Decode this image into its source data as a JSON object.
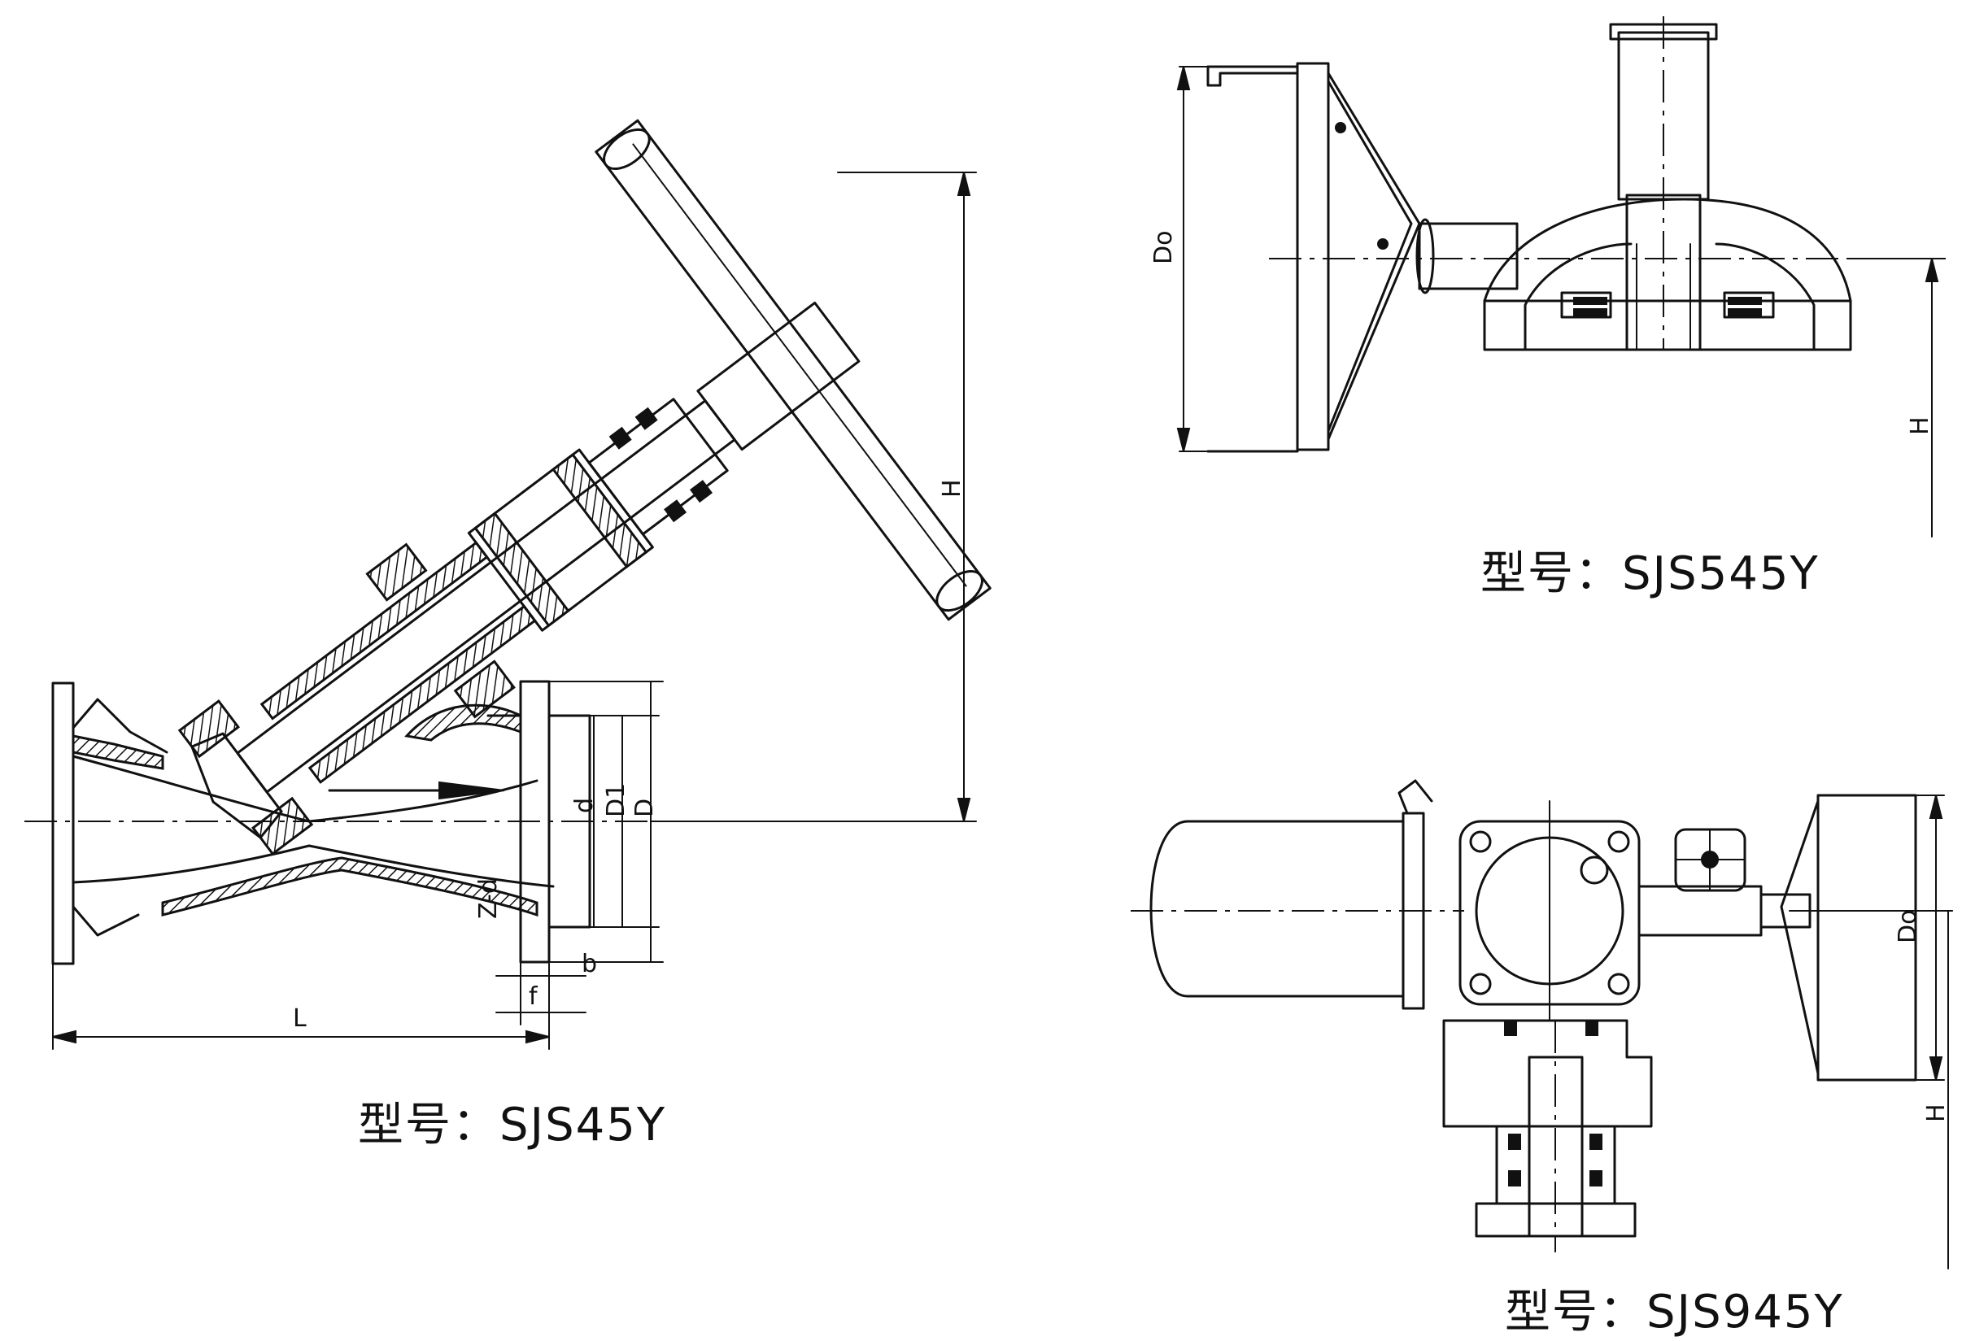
{
  "figures": [
    {
      "caption": "型号：SJS45Y",
      "dimension_labels": {
        "height": "H",
        "length": "L",
        "d": "d",
        "d1": "D1",
        "d0": "D",
        "z_d": "Z-d",
        "b": "b",
        "f": "f"
      }
    },
    {
      "caption": "型号：SJS545Y",
      "dimension_labels": {
        "handwheel_diameter": "Do",
        "height": "H"
      }
    },
    {
      "caption": "型号：SJS945Y",
      "dimension_labels": {
        "handwheel_diameter": "Do",
        "height": "H"
      }
    }
  ]
}
